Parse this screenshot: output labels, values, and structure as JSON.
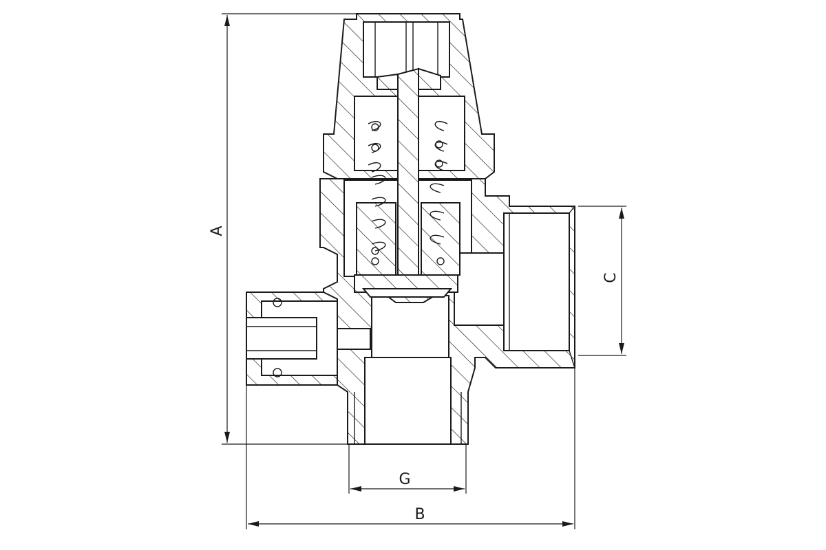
{
  "dimensions": {
    "height_label": "A",
    "width_label": "B",
    "outlet_label": "C",
    "inlet_label": "G"
  },
  "colors": {
    "line": "#1a1a1a",
    "background": "#ffffff"
  }
}
